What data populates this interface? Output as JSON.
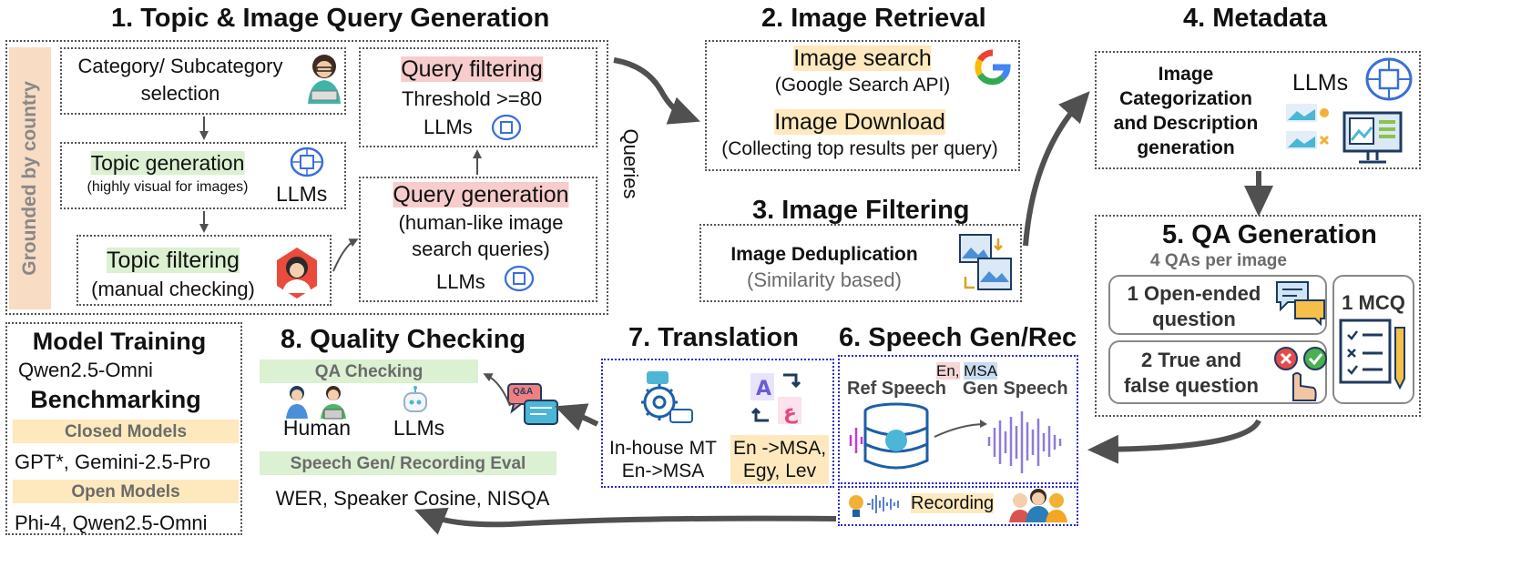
{
  "titles": {
    "s1": "1. Topic & Image Query Generation",
    "s2": "2. Image Retrieval",
    "s3": "3. Image Filtering",
    "s4": "4. Metadata",
    "s5": "5. QA Generation",
    "s6": "6. Speech Gen/Rec",
    "s7": "7. Translation",
    "s8": "8. Quality Checking"
  },
  "s1": {
    "side_label": "Grounded by country",
    "category_l1": "Category/ Subcategory",
    "category_l2": "selection",
    "topic_gen": "Topic generation",
    "topic_gen_sub": "(highly visual for images)",
    "llms": "LLMs",
    "topic_filter": "Topic filtering",
    "topic_filter_sub": "(manual checking)",
    "query_filter": "Query filtering",
    "threshold": "Threshold >=80",
    "query_filter_llms": "LLMs",
    "query_gen": "Query generation",
    "query_gen_sub1": "(human-like image",
    "query_gen_sub2": "search queries)",
    "query_gen_llms": "LLMs",
    "queries": "Queries"
  },
  "s2": {
    "image_search": "Image search",
    "image_search_sub": "(Google Search API)",
    "image_download": "Image Download",
    "image_download_sub": "(Collecting top results per query)"
  },
  "s3": {
    "dedup": "Image Deduplication",
    "dedup_sub": "(Similarity based)"
  },
  "s4": {
    "line1": "Image",
    "line2": "Categorization",
    "line3": "and Description",
    "line4": "generation",
    "llms": "LLMs"
  },
  "s5": {
    "sub": "4 QAs per image",
    "open_l1": "1 Open-ended",
    "open_l2": "question",
    "tf_l1": "2 True and",
    "tf_l2": "false question",
    "mcq": "1 MCQ"
  },
  "s6": {
    "tag_en": "En,",
    "tag_msa": "MSA",
    "ref": "Ref Speech",
    "gen": "Gen Speech",
    "recording": "Recording"
  },
  "s7": {
    "mt_l1": "In-house MT",
    "mt_l2": "En->MSA",
    "tr_l1": "En ->MSA,",
    "tr_l2": "Egy, Lev"
  },
  "s8": {
    "qa_checking": "QA Checking",
    "human": "Human",
    "llms": "LLMs",
    "speech_eval": "Speech Gen/ Recording Eval",
    "metrics": "WER, Speaker Cosine, NISQA",
    "qa_bubble": "Q&A"
  },
  "training": {
    "model_training": "Model Training",
    "model": "Qwen2.5-Omni",
    "benchmarking": "Benchmarking",
    "closed": "Closed Models",
    "closed_list": "GPT*, Gemini-2.5-Pro",
    "open": "Open Models",
    "open_list": "Phi-4, Qwen2.5-Omni"
  },
  "colors": {
    "red_highlight": "#f6cccc",
    "green_highlight": "#dcf0d2",
    "yellow_highlight": "#fde9bd",
    "blue_highlight": "#c8ddf0",
    "side_label_bg": "#f8dcc4",
    "arrow": "#505050",
    "llm_icon": "#3a6fd8"
  },
  "icons": [
    "person-laptop-icon",
    "brain-chip-icon",
    "woman-avatar-icon",
    "google-g-icon",
    "image-duplicate-icon",
    "image-check-icon",
    "monitor-chart-icon",
    "chat-bubbles-icon",
    "checklist-pencil-icon",
    "cross-check-hand-icon",
    "database-icon",
    "soundwave-icon",
    "translate-icon",
    "gear-translate-icon",
    "qa-bubble-icon",
    "robot-icon",
    "people-icon",
    "microphone-icon"
  ]
}
